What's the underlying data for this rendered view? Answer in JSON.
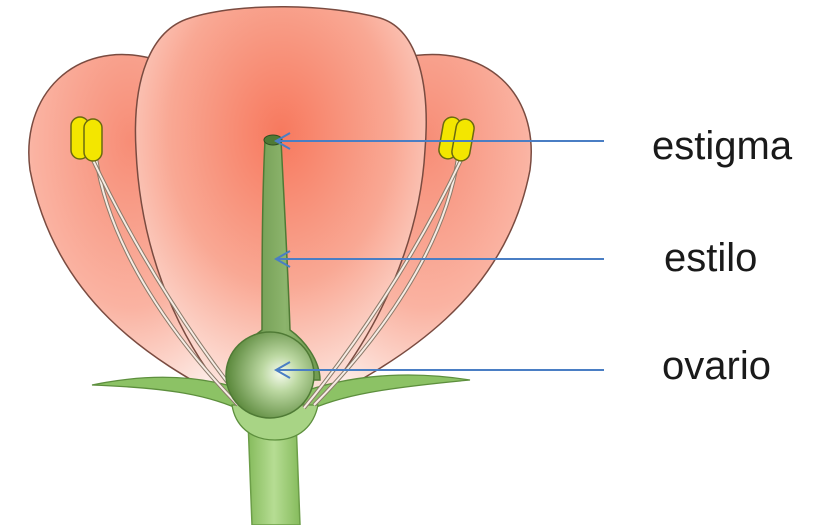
{
  "labels": {
    "stigma": "estigma",
    "style": "estilo",
    "ovary": "ovario"
  },
  "colors": {
    "petal_center": "#f7795e",
    "petal_edge": "#fbe3db",
    "petal_outline": "#7a4b40",
    "pistil": "#7ea55d",
    "pistil_dark": "#4f7a35",
    "ovary_highlight": "#f2f8ea",
    "sepal": "#8cc265",
    "stem": "#9fce79",
    "anther": "#f3e600",
    "pointer_line": "#4a7ec4"
  },
  "icons": [
    "arrow-left-icon"
  ]
}
